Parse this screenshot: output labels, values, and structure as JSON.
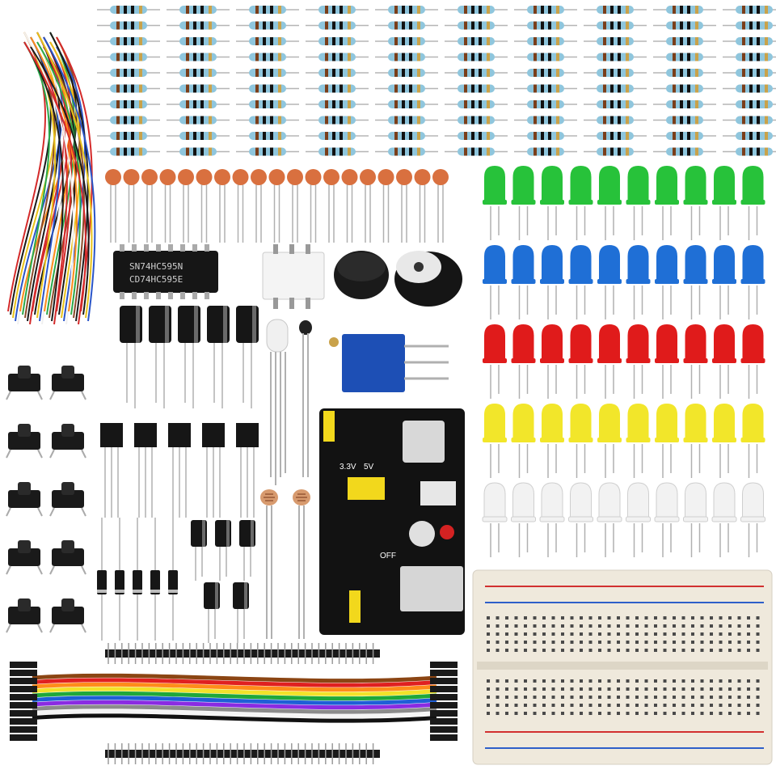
{
  "scene": {
    "background": "#ffffff",
    "title": ""
  },
  "colors": {
    "resistor_body": "#8fc6dd",
    "capacitor": "#d9703f",
    "led_green": "#27c23a",
    "led_blue": "#1f6fd6",
    "led_red": "#e01b1b",
    "led_yellow": "#f2e62a",
    "led_white": "#f2f2f2",
    "pcb_black": "#121212",
    "breadboard": "#efe9dc",
    "blue_trimmer": "#1d4fb5"
  },
  "components": {
    "resistors": {
      "icon": "resistor-icon",
      "rows": 10,
      "columns": 10
    },
    "ceramic_capacitors": {
      "icon": "ceramic-capacitor-icon",
      "count": 19
    },
    "leds": {
      "icon": "led-icon",
      "colors": [
        "green",
        "blue",
        "red",
        "yellow",
        "white"
      ],
      "per_color": 10
    },
    "ic_chip": {
      "icon": "dip-ic-icon",
      "marking_line1": "SN74HC595N",
      "marking_line2": "CD74HC595E"
    },
    "optocoupler": {
      "icon": "optocoupler-icon"
    },
    "buzzers": {
      "icon": "buzzer-icon",
      "count": 2
    },
    "electrolytic_capacitors_large": {
      "icon": "electrolytic-capacitor-icon",
      "count": 5
    },
    "electrolytic_capacitors_small": {
      "icon": "electrolytic-capacitor-icon",
      "count": 5
    },
    "transistors": {
      "icon": "transistor-icon",
      "count": 5
    },
    "diodes": {
      "icon": "diode-icon",
      "count": 5
    },
    "push_buttons": {
      "icon": "tactile-button-icon",
      "count": 10
    },
    "rgb_led": {
      "icon": "rgb-led-icon"
    },
    "thermistor": {
      "icon": "thermistor-icon"
    },
    "photoresistors": {
      "icon": "photoresistor-icon",
      "count": 2
    },
    "potentiometer": {
      "icon": "trimmer-potentiometer-icon"
    },
    "power_module": {
      "icon": "breadboard-power-module-icon",
      "label_a": "3.3V",
      "label_b": "5V",
      "label_c": "OFF"
    },
    "breadboard": {
      "icon": "breadboard-icon"
    },
    "jumper_wires": {
      "icon": "jumper-wire-bundle-icon"
    },
    "ribbon_cable": {
      "icon": "ribbon-cable-icon",
      "colors": [
        "#8b4513",
        "#e02020",
        "#ff8c1a",
        "#f2e22a",
        "#1fa83a",
        "#1f5fd6",
        "#8a2be2",
        "#8c8c8c",
        "#f5f5f5",
        "#111111"
      ]
    },
    "pin_headers": {
      "icon": "pin-header-icon",
      "count": 2
    }
  }
}
